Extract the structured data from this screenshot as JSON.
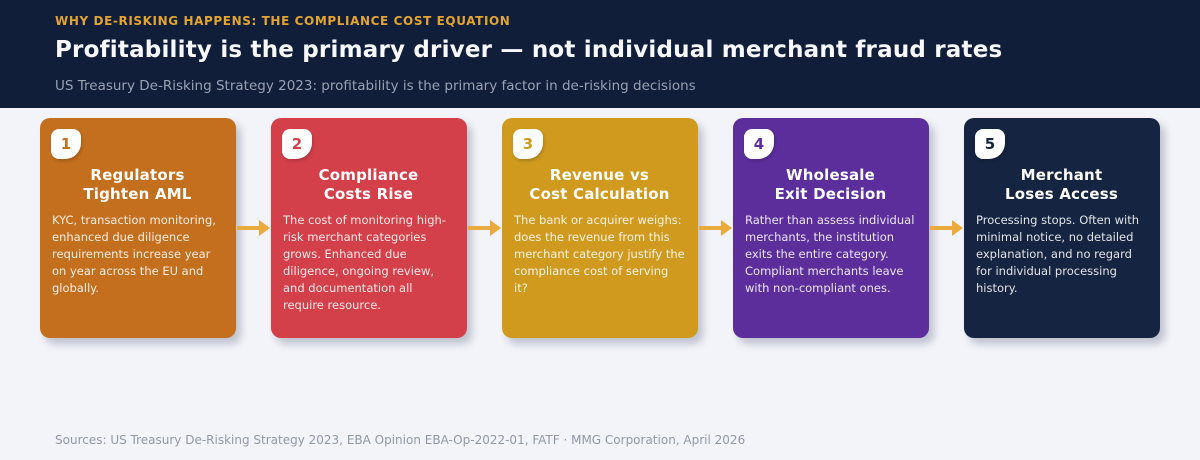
{
  "page": {
    "background": "#F3F4F9"
  },
  "header": {
    "background": "#101E3A",
    "eyebrow": "WHY DE-RISKING HAPPENS: THE COMPLIANCE COST EQUATION",
    "eyebrow_color": "#E3A433",
    "title": "Profitability is the primary driver — not individual merchant fraud rates",
    "subtitle": "US Treasury De-Risking Strategy 2023: profitability is the primary factor in de-risking decisions"
  },
  "flow": {
    "arrow_color": "#EBAA3D",
    "steps": [
      {
        "number": "1",
        "color": "#C36F1D",
        "title_line1": "Regulators",
        "title_line2": "Tighten AML",
        "body": "KYC, transaction monitoring, enhanced due diligence requirements increase year on year across the EU and globally."
      },
      {
        "number": "2",
        "color": "#D4404A",
        "title_line1": "Compliance",
        "title_line2": "Costs Rise",
        "body": "The cost of monitoring high-risk merchant categories grows. Enhanced due diligence, ongoing review, and documentation all require resource."
      },
      {
        "number": "3",
        "color": "#CF9A1E",
        "title_line1": "Revenue vs",
        "title_line2": "Cost Calculation",
        "body": "The bank or acquirer weighs: does the revenue from this merchant category justify the compliance cost of serving it?"
      },
      {
        "number": "4",
        "color": "#5C2E9C",
        "title_line1": "Wholesale",
        "title_line2": "Exit Decision",
        "body": "Rather than assess individual merchants, the institution exits the entire category. Compliant merchants leave with non-compliant ones."
      },
      {
        "number": "5",
        "color": "#152441",
        "title_line1": "Merchant",
        "title_line2": "Loses Access",
        "body": "Processing stops. Often with minimal notice, no detailed explanation, and no regard for individual processing history."
      }
    ]
  },
  "footer": {
    "sources": "Sources: US Treasury De-Risking Strategy 2023, EBA Opinion EBA-Op-2022-01, FATF · MMG Corporation, April 2026"
  }
}
